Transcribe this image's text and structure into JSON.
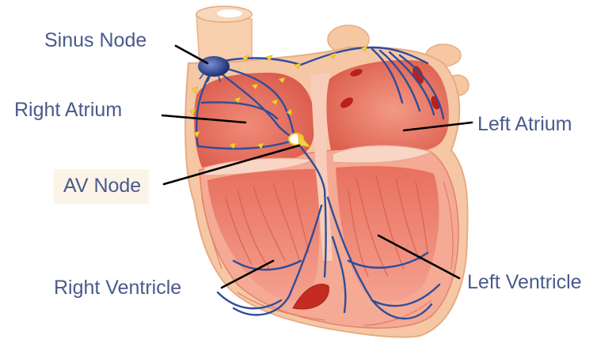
{
  "diagram": {
    "labels": {
      "sinus_node": "Sinus Node",
      "right_atrium": "Right Atrium",
      "av_node": "AV Node",
      "right_ventricle": "Right Ventricle",
      "left_atrium": "Left Atrium",
      "left_ventricle": "Left Ventricle"
    },
    "colors": {
      "label_text": "#4a5a8c",
      "outer_wall": "#f6c9a4",
      "heart_muscle": "#f2a58e",
      "chamber": "#e76c5c",
      "conduction_path": "#2f4d9a",
      "impulse_markers": "#f3d23b",
      "pointer_lines": "#000000"
    }
  }
}
